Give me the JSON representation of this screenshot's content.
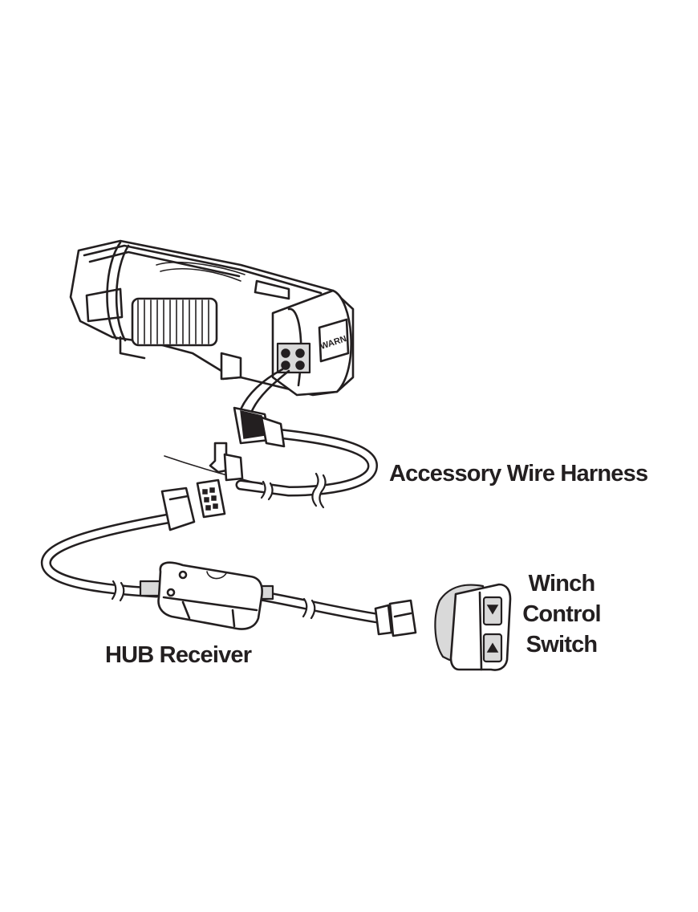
{
  "labels": {
    "accessory_wire_harness": "Accessory Wire Harness",
    "winch_control_switch": [
      "Winch",
      "Control",
      "Switch"
    ],
    "hub_receiver": "HUB Receiver"
  },
  "logo": {
    "text": "WARN"
  },
  "components": {
    "winch": "winch-illustration",
    "harness": "accessory-wire-harness-illustration",
    "receiver": "hub-receiver-illustration",
    "switch": "winch-control-switch-illustration"
  },
  "colors": {
    "ink": "#231f20",
    "background": "#ffffff"
  }
}
